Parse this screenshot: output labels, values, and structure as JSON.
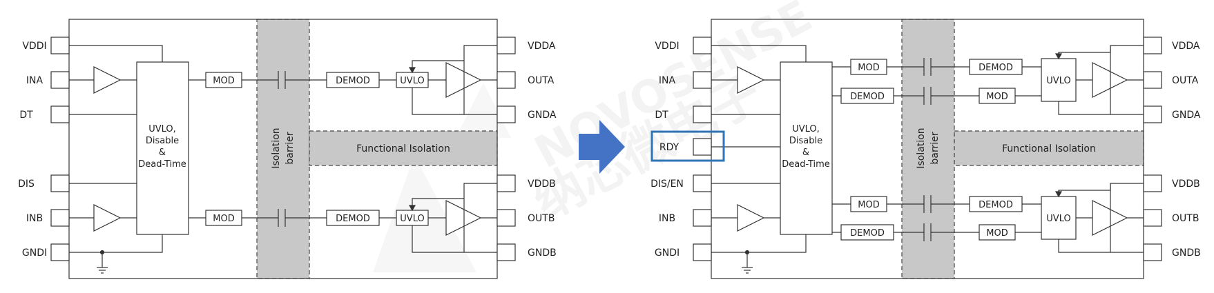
{
  "colors": {
    "line": "#333333",
    "barrier_fill": "#c8c8c8",
    "functional_fill": "#c8c8c8",
    "arrow_fill": "#4472c4",
    "highlight_stroke": "#2e75b6"
  },
  "watermark": {
    "text_en": "NOVOSENSE",
    "text_cn": "纳芯微电子"
  },
  "left": {
    "pins_left": [
      "VDDI",
      "INA",
      "DT",
      "DIS",
      "INB",
      "GNDI"
    ],
    "pins_right": [
      "VDDA",
      "OUTA",
      "GNDA",
      "VDDB",
      "OUTB",
      "GNDB"
    ],
    "core_block": {
      "lines": [
        "UVLO,",
        "Disable",
        "&",
        "Dead-Time"
      ]
    },
    "mod_label": "MOD",
    "demod_label": "DEMOD",
    "uvlo_label": "UVLO",
    "barrier_lines": [
      "Isolation",
      "barrier"
    ],
    "functional_isolation": "Functional Isolation"
  },
  "right": {
    "pins_left": [
      "VDDI",
      "INA",
      "DT",
      "RDY",
      "DIS/EN",
      "INB",
      "GNDI"
    ],
    "pins_right": [
      "VDDA",
      "OUTA",
      "GNDA",
      "VDDB",
      "OUTB",
      "GNDB"
    ],
    "core_block": {
      "lines": [
        "UVLO,",
        "Disable",
        "&",
        "Dead-Time"
      ]
    },
    "mod_label": "MOD",
    "demod_label": "DEMOD",
    "uvlo_label": "UVLO",
    "barrier_lines": [
      "Isolation",
      "barrier"
    ],
    "functional_isolation": "Functional Isolation"
  }
}
